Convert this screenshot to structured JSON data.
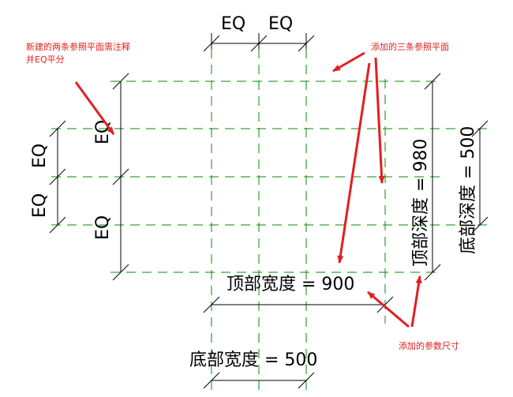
{
  "colors": {
    "ref_plane": "#0a8a0a",
    "dimension": "#000000",
    "annotation": "#e0201f",
    "background": "#ffffff"
  },
  "dimensions": {
    "eq": "EQ",
    "top_width": "顶部宽度 = 900",
    "bottom_width": "底部宽度 = 500",
    "top_depth": "顶部深度 = 980",
    "bottom_depth": "底部深度 = 500"
  },
  "annotations": {
    "new_planes_note_line1": "新建的两条参照平面需注释",
    "new_planes_note_line2": "并EQ平分",
    "three_planes_note": "添加的三条参照平面",
    "param_dims_note": "添加的参数尺寸"
  }
}
